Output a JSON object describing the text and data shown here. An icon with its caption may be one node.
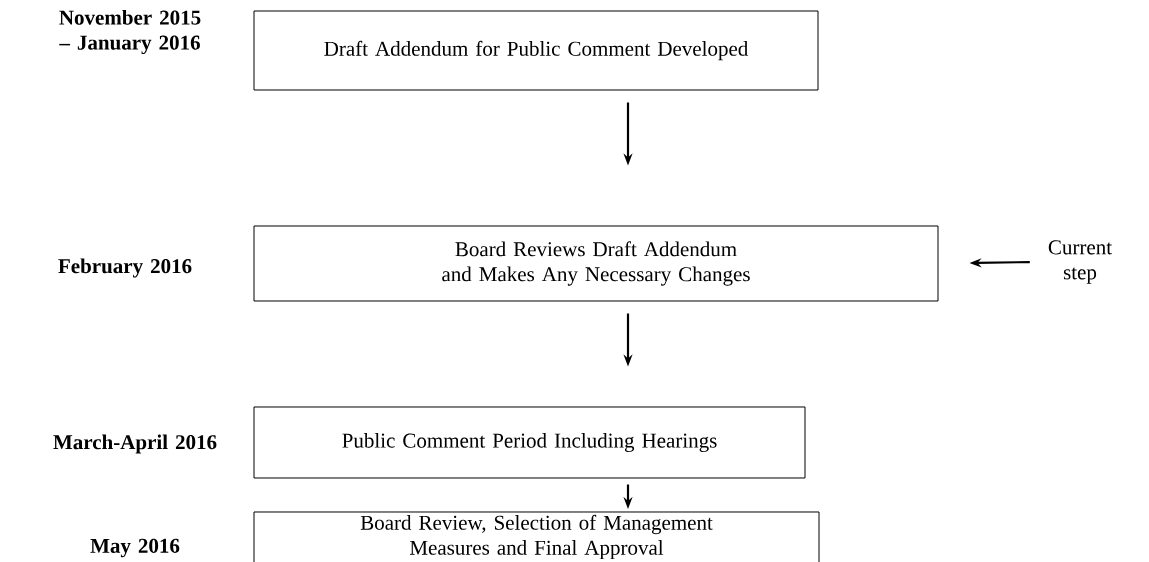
{
  "diagram": {
    "nodes": [
      {
        "text": [
          "Draft Addendum for Public Comment Developed"
        ],
        "beside": [
          "November 2015 – January 2016"
        ]
      },
      {
        "text": [
          "Board Reviews Draft Addendum and Makes Any Necessary Changes"
        ],
        "beside": [
          "February 2016"
        ]
      },
      {
        "text": [
          "Public Comment Period Including Hearings"
        ],
        "beside": [
          "March-April 2016"
        ]
      },
      {
        "text": [
          "Board Review, Selection of Management Measures and Final Approval"
        ],
        "beside": [
          "May 2016"
        ]
      },
      {
        "text": [
          "Current step"
        ]
      }
    ],
    "edges": [
      {
        "from": 0,
        "to": 1,
        "arrow": "to"
      },
      {
        "from": 1,
        "to": 2,
        "arrow": "to"
      },
      {
        "from": 2,
        "to": 3,
        "arrow": "to"
      },
      {
        "from": 4,
        "to": 1,
        "arrow": "to"
      }
    ]
  }
}
